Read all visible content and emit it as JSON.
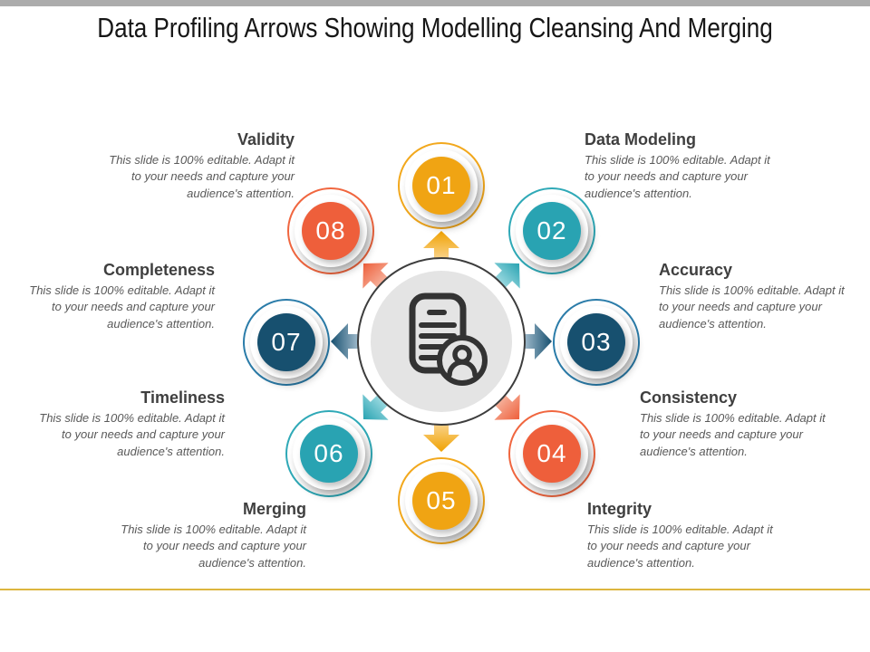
{
  "slide": {
    "title": "Data Profiling Arrows Showing Modelling Cleansing And Merging",
    "top_bar_color": "#ACACAC",
    "bottom_line_color": "#DDB63F"
  },
  "editable_note": "This slide is 100% editable. Adapt it to your needs and capture your audience's attention.",
  "colors": {
    "amber": "#F0A413",
    "amber_ring": "#F2A81D",
    "teal": "#29A3B2",
    "teal_ring": "#2FA9B7",
    "navy": "#17506F",
    "navy_ring": "#2B7CA9",
    "red": "#EE5F3B",
    "red_ring": "#F0663F",
    "center_fill": "#E4E4E4",
    "icon_stroke": "#333333",
    "heading_text": "#3F3F3F",
    "body_text": "#595959"
  },
  "nodes": [
    {
      "number": "01",
      "color_name": "amber",
      "hex": "#F0A413",
      "position": "top"
    },
    {
      "number": "02",
      "color_name": "teal",
      "hex": "#29A3B2",
      "position": "top-right"
    },
    {
      "number": "03",
      "color_name": "navy",
      "hex": "#17506F",
      "position": "right"
    },
    {
      "number": "04",
      "color_name": "red",
      "hex": "#EE5F3B",
      "position": "bottom-right"
    },
    {
      "number": "05",
      "color_name": "amber",
      "hex": "#F0A413",
      "position": "bottom"
    },
    {
      "number": "06",
      "color_name": "teal",
      "hex": "#29A3B2",
      "position": "bottom-left"
    },
    {
      "number": "07",
      "color_name": "navy",
      "hex": "#17506F",
      "position": "left"
    },
    {
      "number": "08",
      "color_name": "red",
      "hex": "#EE5F3B",
      "position": "top-left"
    }
  ],
  "sections": [
    {
      "heading": "Validity",
      "placement": "top-left"
    },
    {
      "heading": "Data Modeling",
      "placement": "top-right"
    },
    {
      "heading": "Completeness",
      "placement": "left"
    },
    {
      "heading": "Accuracy",
      "placement": "right"
    },
    {
      "heading": "Timeliness",
      "placement": "lower-left"
    },
    {
      "heading": "Consistency",
      "placement": "lower-right"
    },
    {
      "heading": "Merging",
      "placement": "bottom-left"
    },
    {
      "heading": "Integrity",
      "placement": "bottom-right"
    }
  ],
  "center": {
    "icon": "document-with-user-icon"
  }
}
